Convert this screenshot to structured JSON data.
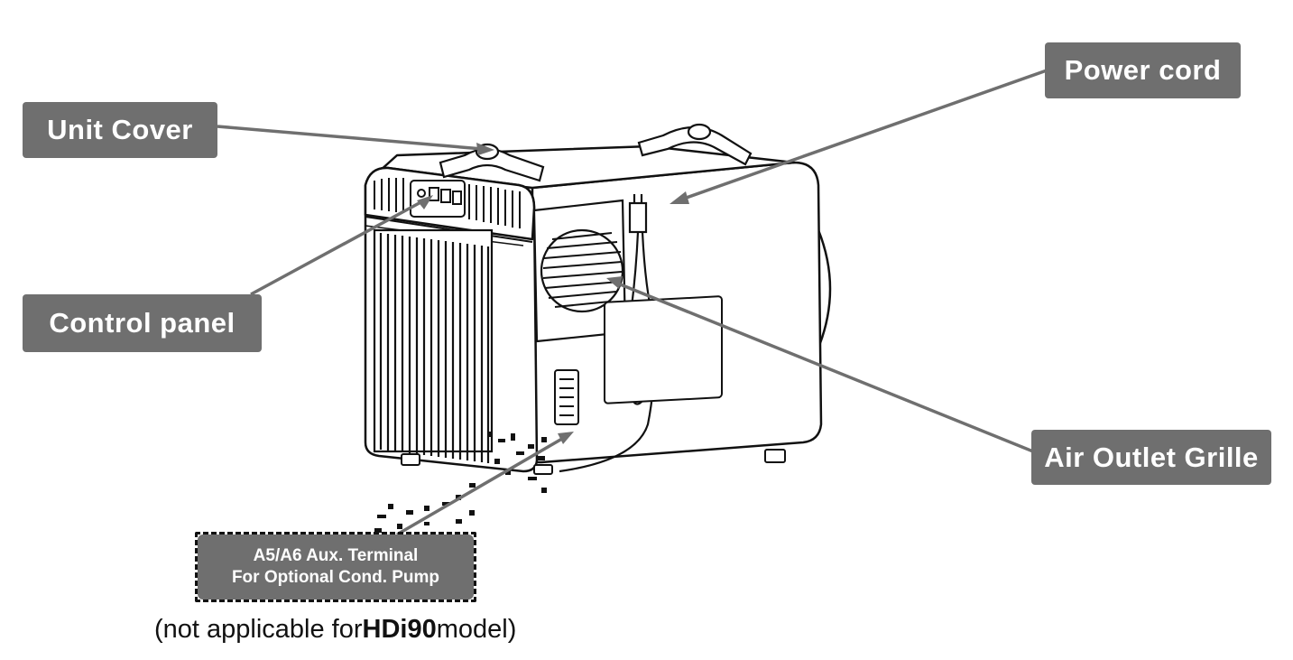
{
  "labels": {
    "unit_cover": "Unit Cover",
    "power_cord": "Power cord",
    "control_panel": "Control panel",
    "air_outlet_grille": "Air Outlet Grille",
    "aux_terminal_line1": "A5/A6 Aux. Terminal",
    "aux_terminal_line2": "For Optional Cond. Pump"
  },
  "footnote": {
    "prefix": "(not applicable for",
    "model": "HDi90",
    "suffix": "model)"
  },
  "colors": {
    "callout_bg": "#6f6f6f",
    "leader_line": "#6f6f6f",
    "outline": "#111111"
  }
}
